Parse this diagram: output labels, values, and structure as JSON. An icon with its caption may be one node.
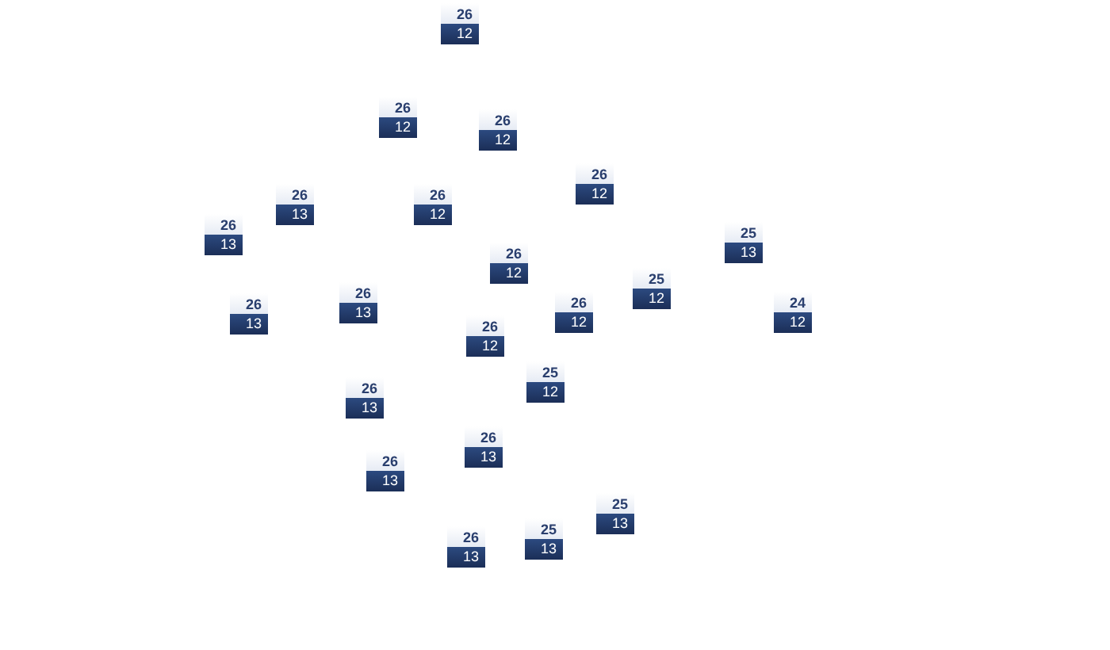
{
  "diagram": {
    "nodes": [
      {
        "text": [
          "26",
          "12"
        ]
      },
      {
        "text": [
          "26",
          "12"
        ]
      },
      {
        "text": [
          "26",
          "12"
        ]
      },
      {
        "text": [
          "26",
          "12"
        ]
      },
      {
        "text": [
          "26",
          "13"
        ]
      },
      {
        "text": [
          "26",
          "12"
        ]
      },
      {
        "text": [
          "26",
          "13"
        ]
      },
      {
        "text": [
          "25",
          "13"
        ]
      },
      {
        "text": [
          "26",
          "12"
        ]
      },
      {
        "text": [
          "25",
          "12"
        ]
      },
      {
        "text": [
          "26",
          "13"
        ]
      },
      {
        "text": [
          "26",
          "13"
        ]
      },
      {
        "text": [
          "26",
          "12"
        ]
      },
      {
        "text": [
          "24",
          "12"
        ]
      },
      {
        "text": [
          "26",
          "12"
        ]
      },
      {
        "text": [
          "25",
          "12"
        ]
      },
      {
        "text": [
          "26",
          "13"
        ]
      },
      {
        "text": [
          "26",
          "13"
        ]
      },
      {
        "text": [
          "26",
          "13"
        ]
      },
      {
        "text": [
          "25",
          "13"
        ]
      },
      {
        "text": [
          "25",
          "13"
        ]
      },
      {
        "text": [
          "26",
          "13"
        ]
      }
    ]
  }
}
